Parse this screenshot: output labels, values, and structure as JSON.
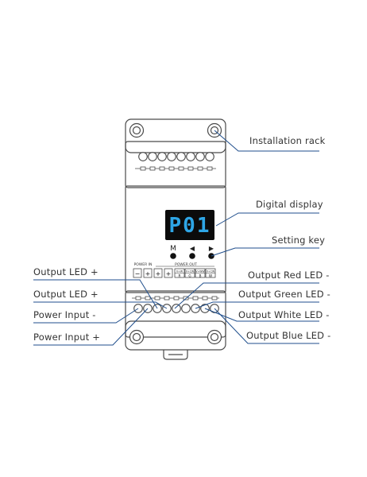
{
  "labels": {
    "installation_rack": "Installation rack",
    "digital_display": "Digital display",
    "setting_key": "Setting key",
    "output_red_led": "Output Red LED -",
    "output_green_led": "Output Green LED -",
    "output_white_led": "Output White LED -",
    "output_blue_led": "Output Blue LED -",
    "output_led_plus_1": "Output LED +",
    "output_led_plus_2": "Output LED +",
    "power_input_minus": "Power Input -",
    "power_input_plus": "Power Input +"
  },
  "device": {
    "display_text": "P01",
    "key_m": "M",
    "key_left": "◀",
    "key_right": "▶",
    "power_in_label": "POWER IN",
    "power_out_label": "POWER OUT",
    "term_minus": "−",
    "term_plus": "+",
    "out_channels": [
      {
        "top": "V+W",
        "bottom": "R"
      },
      {
        "top": "V+CW",
        "bottom": "G"
      },
      {
        "top": "V+WW",
        "bottom": "B"
      },
      {
        "top": "V+CW",
        "bottom": "W"
      }
    ]
  },
  "colors": {
    "line": "#1f4e8c",
    "display_bg": "#0b0b0b",
    "display_digits": "#2ea6e6",
    "device_outline": "#4a4a4a"
  }
}
